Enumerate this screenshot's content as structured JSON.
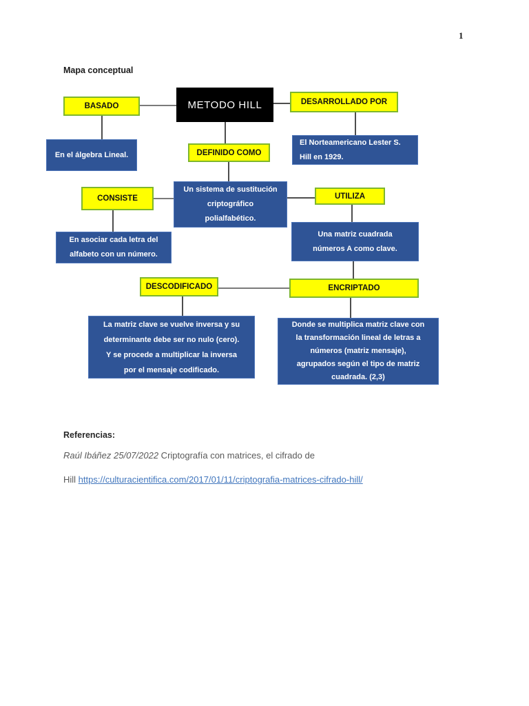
{
  "page": {
    "number": "1",
    "title": "Mapa conceptual"
  },
  "colors": {
    "yellow_fill": "#FFFF00",
    "green_border": "#7EB62C",
    "blue_fill": "#2F5496",
    "blue_border": "#4C74B9",
    "black_fill": "#000000",
    "link_blue": "#4176BD",
    "line_gray": "#7a7a7a",
    "line_dark": "#4d4d4d"
  },
  "diagram": {
    "root": "METODO HILL",
    "labels": {
      "basado": "BASADO",
      "desarrollado": "DESARROLLADO POR",
      "definido": "DEFINIDO COMO",
      "consiste": "CONSISTE",
      "utiliza": "UTILIZA",
      "descodificado": "DESCODIFICADO",
      "encriptado": "ENCRIPTADO"
    },
    "details": {
      "algebra": "En el álgebra Lineal.",
      "norteamericano": "El Norteamericano Lester S.\nHill en 1929.",
      "sistema": "Un sistema de sustitución\ncriptográfico\npolialfabético.",
      "asociar": "En asociar cada letra del\nalfabeto con un número.",
      "matriz": "Una matriz cuadrada\nnúmeros A como clave.",
      "inversa": "La matriz clave se vuelve inversa y su\ndeterminante debe ser no nulo (cero).\nY se procede a multiplicar la inversa\npor el mensaje codificado.",
      "multiplica": "Donde se multiplica matriz clave con\nla transformación lineal de letras a\nnúmeros (matriz mensaje),\nagrupados según el tipo de matriz\ncuadrada. (2,3)"
    }
  },
  "references": {
    "heading": "Referencias:",
    "author_date": "Raúl Ibáñez 25/07/2022",
    "work_title": " Criptografía con matrices, el cifrado de",
    "line2_prefix": "Hill ",
    "url": "https://culturacientifica.com/2017/01/11/criptografia-matrices-cifrado-hill/"
  }
}
